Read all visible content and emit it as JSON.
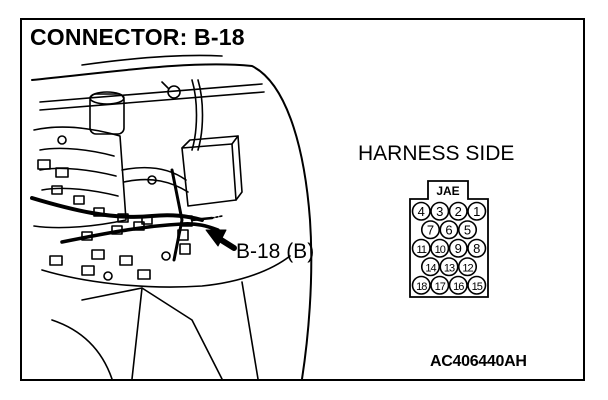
{
  "figure": {
    "title": "CONNECTOR: B-18",
    "callout_label": "B-18 (B)",
    "part_code": "AC406440AH"
  },
  "connector": {
    "side_label": "HARNESS SIDE",
    "manufacturer_tab": "JAE",
    "rows": [
      [
        "4",
        "3",
        "2",
        "1"
      ],
      [
        "7",
        "6",
        "5"
      ],
      [
        "11",
        "10",
        "9",
        "8"
      ],
      [
        "14",
        "13",
        "12"
      ],
      [
        "18",
        "17",
        "16",
        "15"
      ]
    ]
  }
}
